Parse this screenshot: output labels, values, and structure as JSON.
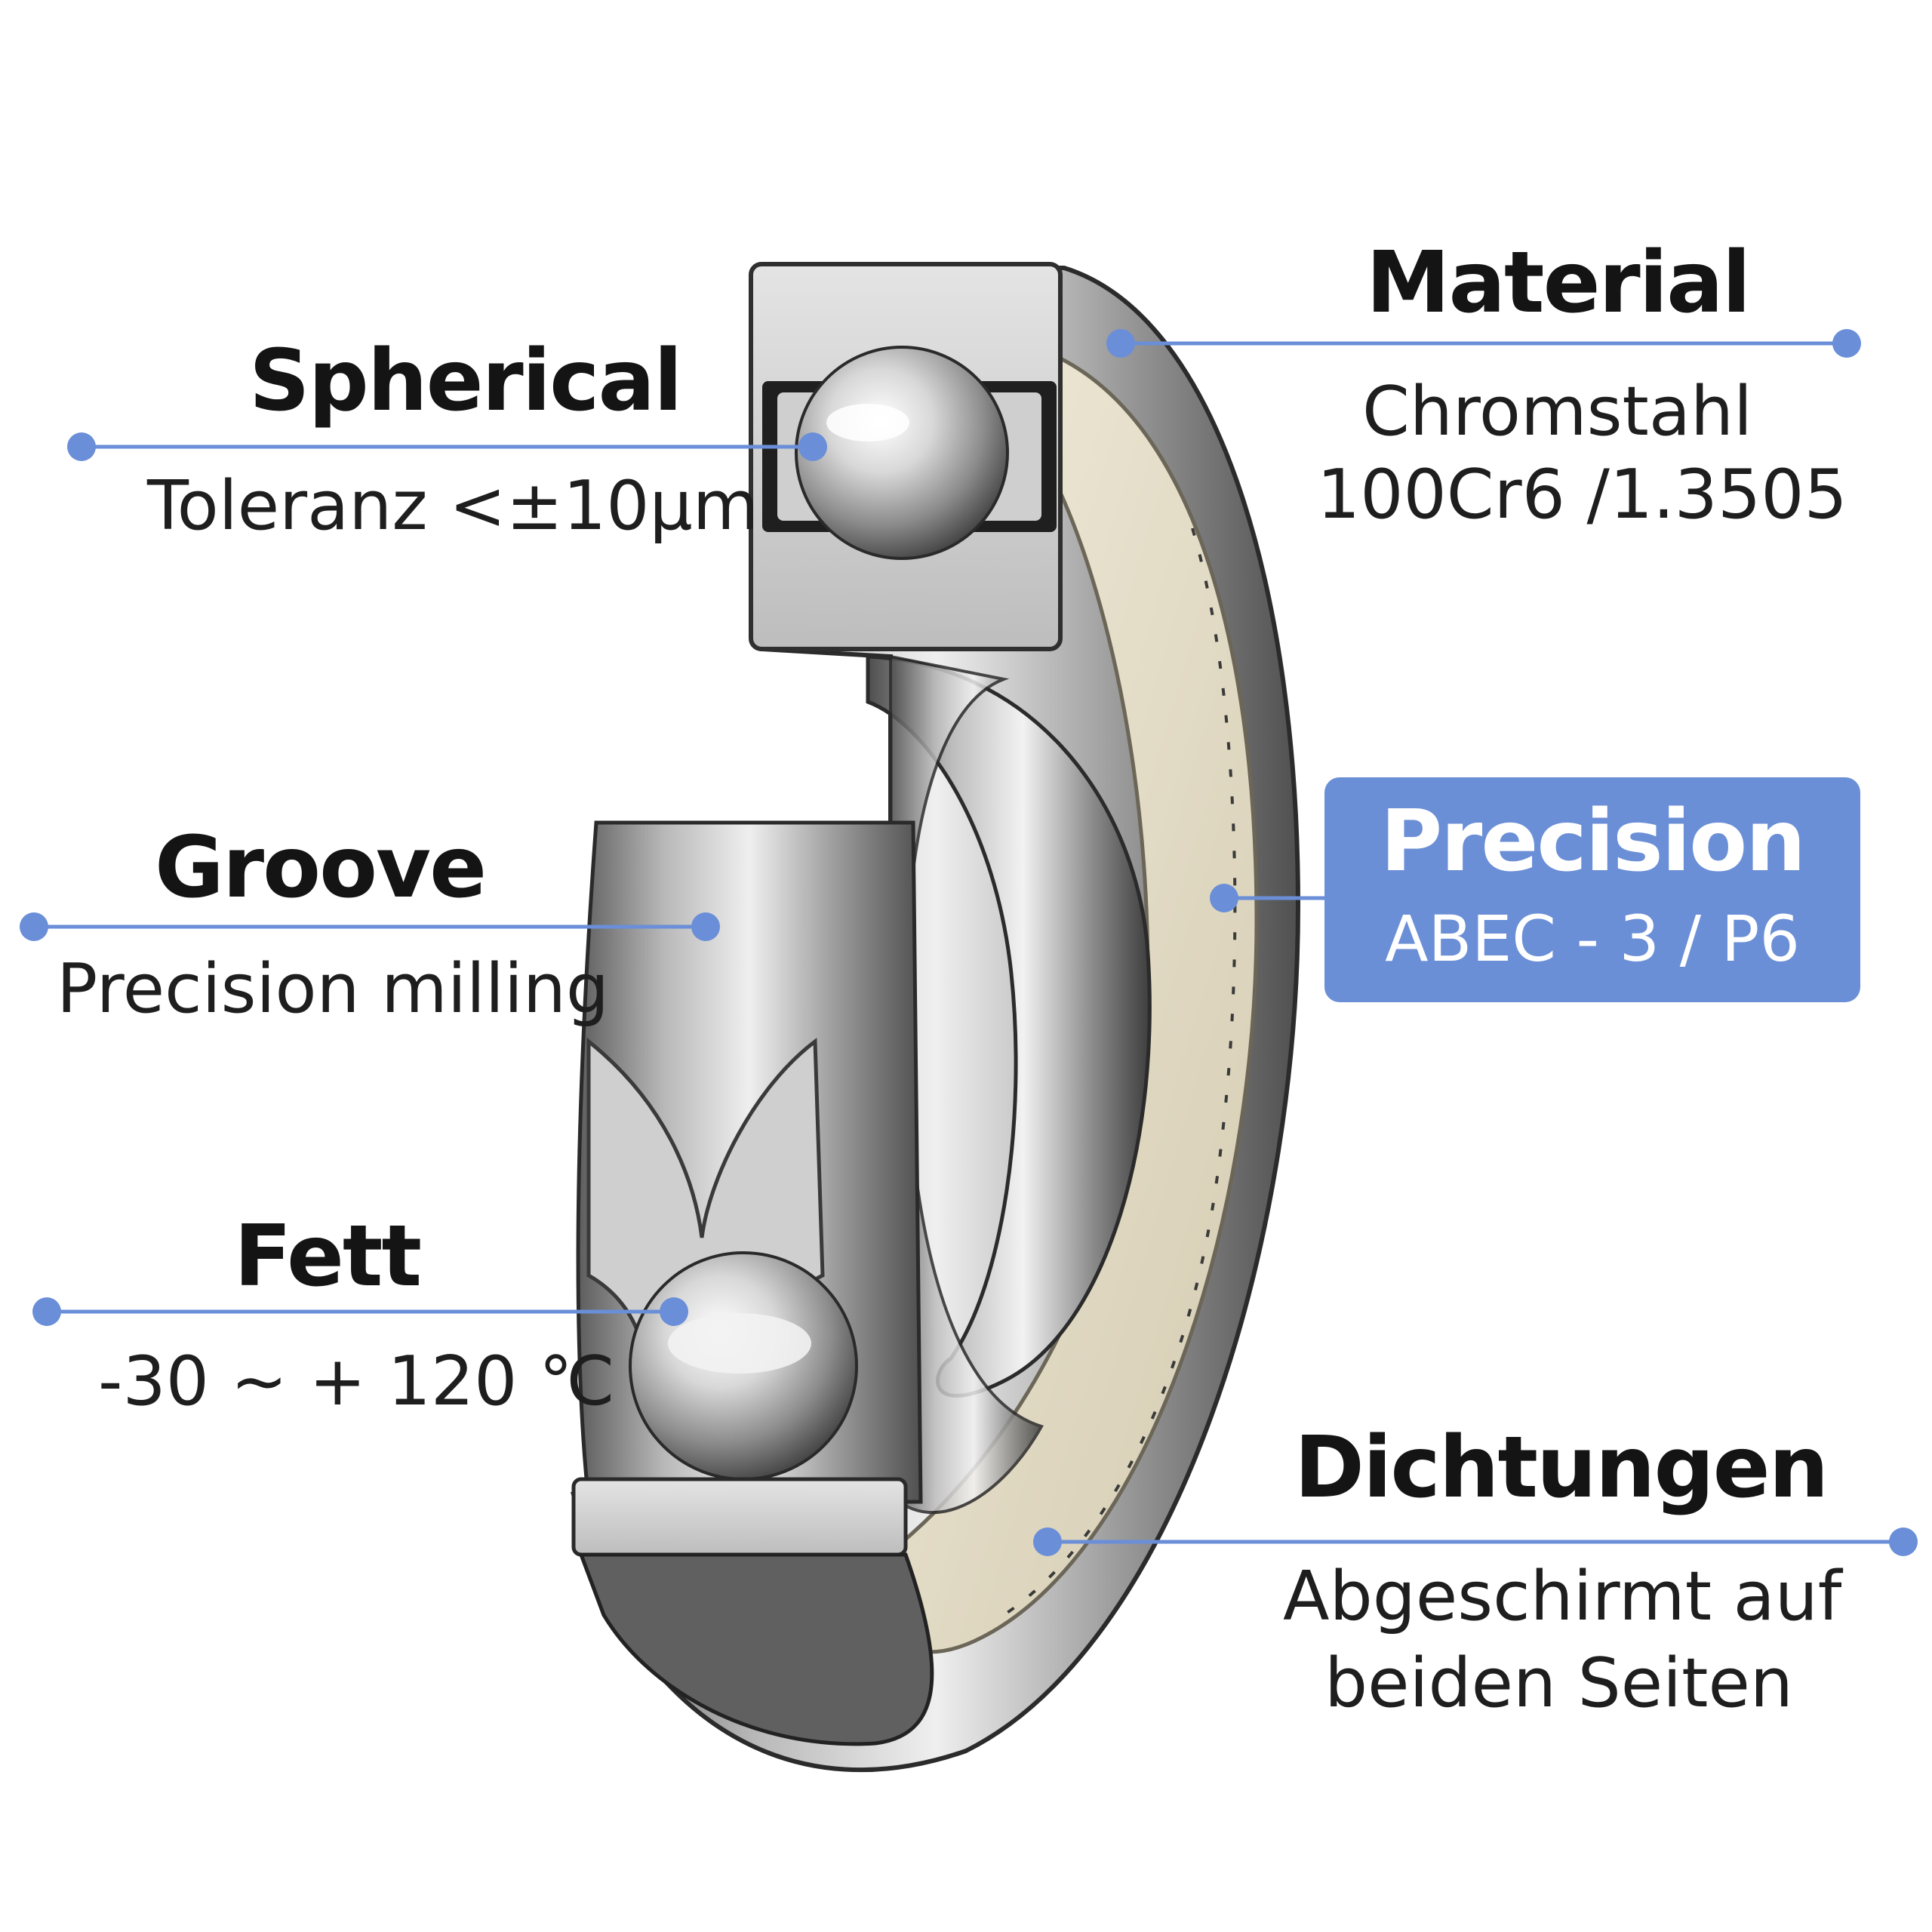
{
  "colors": {
    "accent": "#6a8ed8",
    "highlight_box": "#6b8fd6",
    "steel_light": "#e6e6e6",
    "steel_mid": "#a8a8a8",
    "steel_dark": "#5a5a5a",
    "shield_beige": "#e3dcc6"
  },
  "callouts": {
    "spherical": {
      "title": "Spherical",
      "subtitle": "Toleranz <±10μm"
    },
    "groove": {
      "title": "Groove",
      "subtitle": "Precision milling"
    },
    "fett": {
      "title": "Fett",
      "subtitle": "-30 ~ + 120 ℃"
    },
    "material": {
      "title": "Material",
      "line1": "Chromstahl",
      "line2": "100Cr6 /1.3505"
    },
    "precision": {
      "title": "Precision",
      "subtitle": "ABEC - 3 / P6"
    },
    "dichtungen": {
      "title": "Dichtungen",
      "line1": "Abgeschirmt auf",
      "line2": "beiden Seiten"
    }
  }
}
